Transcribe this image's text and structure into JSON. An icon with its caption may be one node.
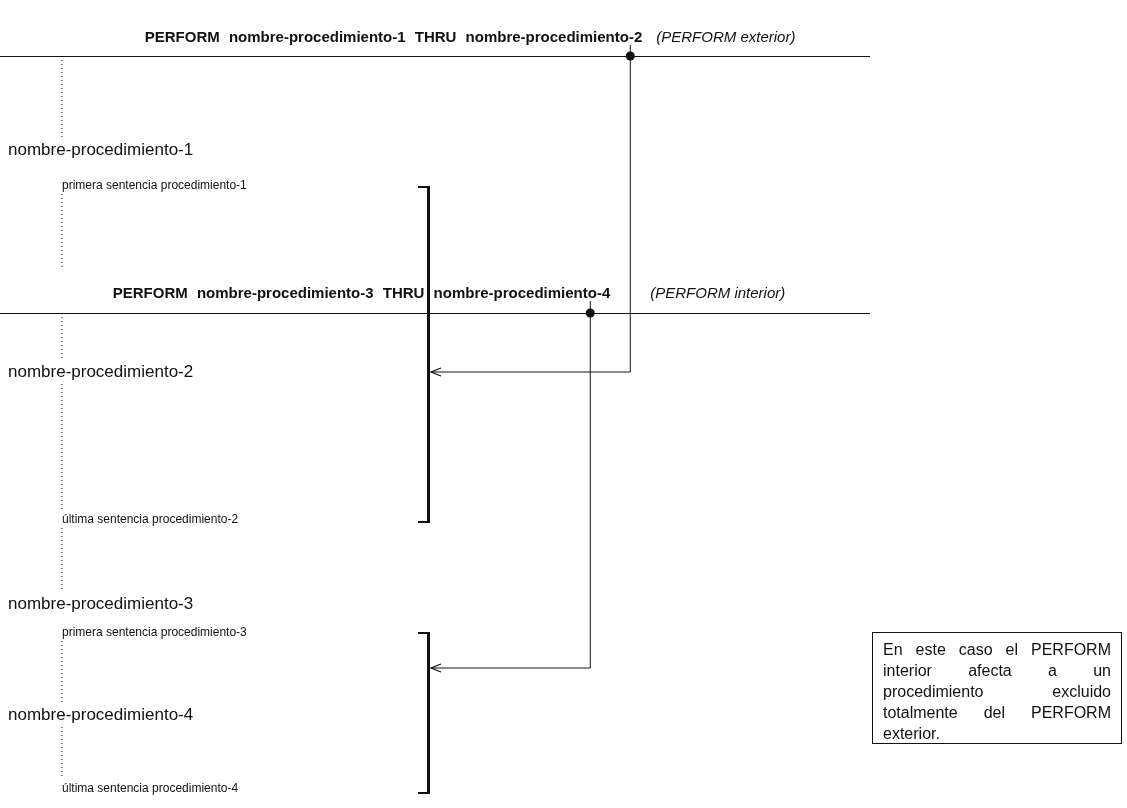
{
  "diagram": {
    "nodes": [
      {
        "text": [
          "PERFORM nombre-procedimiento-1 THRU nombre-procedimiento-2"
        ],
        "beside": [
          "(PERFORM exterior)"
        ]
      },
      {
        "text": [
          "nombre-procedimiento-1"
        ]
      },
      {
        "text": [
          "primera sentencia procedimiento-1"
        ]
      },
      {
        "text": [
          "PERFORM nombre-procedimiento-3 THRU nombre-procedimiento-4"
        ],
        "beside": [
          "(PERFORM interior)"
        ]
      },
      {
        "text": [
          "nombre-procedimiento-2"
        ]
      },
      {
        "text": [
          "última sentencia procedimiento-2"
        ]
      },
      {
        "text": [
          "nombre-procedimiento-3"
        ]
      },
      {
        "text": [
          "primera sentencia procedimiento-3"
        ]
      },
      {
        "text": [
          "nombre-procedimiento-4"
        ]
      },
      {
        "text": [
          "última sentencia procedimiento-4"
        ]
      },
      {
        "text": [
          "En este caso el PERFORM interior afecta a un procedimiento excluido totalmente del PERFORM exterior."
        ]
      },
      {
        "text": [],
        "shape": "bar"
      },
      {
        "text": [],
        "shape": "bar"
      }
    ],
    "edges": [
      {
        "from": 0,
        "to": 11,
        "arrow": "to"
      },
      {
        "from": 3,
        "to": 12,
        "arrow": "to"
      },
      {
        "from": null,
        "to": 1,
        "arrow": "none",
        "style": "dashed"
      },
      {
        "from": 2,
        "to": null,
        "arrow": "none",
        "style": "dashed"
      },
      {
        "from": null,
        "to": 4,
        "arrow": "none",
        "style": "dashed"
      },
      {
        "from": 4,
        "to": 5,
        "arrow": "none",
        "style": "dashed"
      },
      {
        "from": 5,
        "to": 6,
        "arrow": "none",
        "style": "dashed"
      },
      {
        "from": 7,
        "to": 8,
        "arrow": "none",
        "style": "dashed"
      },
      {
        "from": 8,
        "to": 9,
        "arrow": "none",
        "style": "dashed"
      }
    ]
  }
}
